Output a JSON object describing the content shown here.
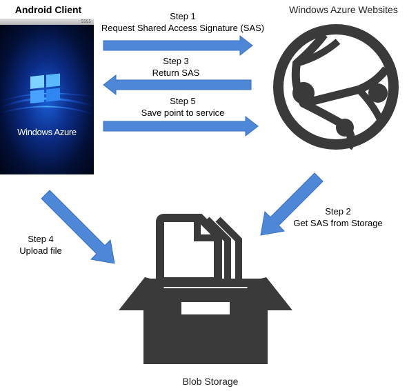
{
  "client": {
    "title": "Android Client",
    "statusbar_text": "5555",
    "screen_brand": "Windows Azure"
  },
  "websites": {
    "title": "Windows Azure Websites",
    "icon": "globe-network-icon"
  },
  "storage": {
    "title": "Blob Storage",
    "icon": "box-with-files-icon"
  },
  "steps": {
    "step1": {
      "num": "Step 1",
      "text": "Request Shared Access Signature (SAS)"
    },
    "step2": {
      "num": "Step 2",
      "text": "Get SAS from Storage"
    },
    "step3": {
      "num": "Step 3",
      "text": "Return SAS"
    },
    "step4": {
      "num": "Step 4",
      "text": "Upload file"
    },
    "step5": {
      "num": "Step 5",
      "text": "Save point to service"
    }
  },
  "colors": {
    "arrow": "#4f87d8",
    "arrow_dark": "#3a6fc0",
    "icon": "#3a3a3a"
  }
}
